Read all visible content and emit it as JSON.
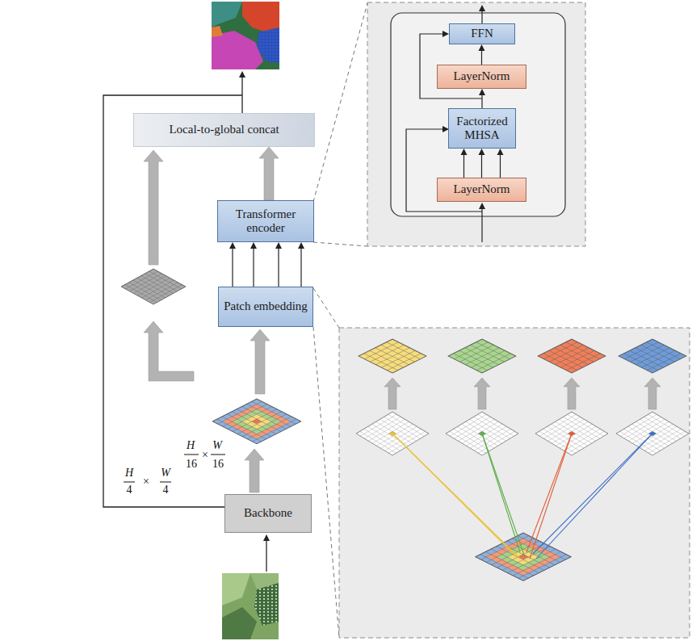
{
  "diagram": {
    "nodes": [
      {
        "text": [
          "Local-to-global concat"
        ]
      },
      {
        "text": [
          "FFN"
        ]
      },
      {
        "text": [
          "LayerNorm"
        ]
      },
      {
        "text": [
          "Transformer encoder"
        ]
      },
      {
        "text": [
          "Factorized MHSA"
        ]
      },
      {
        "text": [
          "LayerNorm"
        ]
      },
      {
        "text": [
          "Patch embedding"
        ]
      },
      {
        "text": [
          "Backbone"
        ]
      }
    ],
    "edges": [
      {
        "from": 6,
        "to": 3,
        "arrow": "to"
      },
      {
        "from": 6,
        "to": 3,
        "arrow": "to"
      },
      {
        "from": 6,
        "to": 3,
        "arrow": "to"
      },
      {
        "from": 6,
        "to": 3,
        "arrow": "to"
      },
      {
        "from": 3,
        "to": 0,
        "arrow": "to"
      },
      {
        "from": 5,
        "to": 4,
        "arrow": "to"
      },
      {
        "from": 5,
        "to": 4,
        "arrow": "to"
      },
      {
        "from": 5,
        "to": 4,
        "arrow": "to"
      },
      {
        "from": 4,
        "to": 2,
        "arrow": "to"
      },
      {
        "from": 2,
        "to": 1,
        "arrow": "to"
      }
    ],
    "labels": [
      "H",
      "16",
      "×",
      "W",
      "16",
      "H",
      "4",
      "×",
      "W",
      "4"
    ]
  }
}
